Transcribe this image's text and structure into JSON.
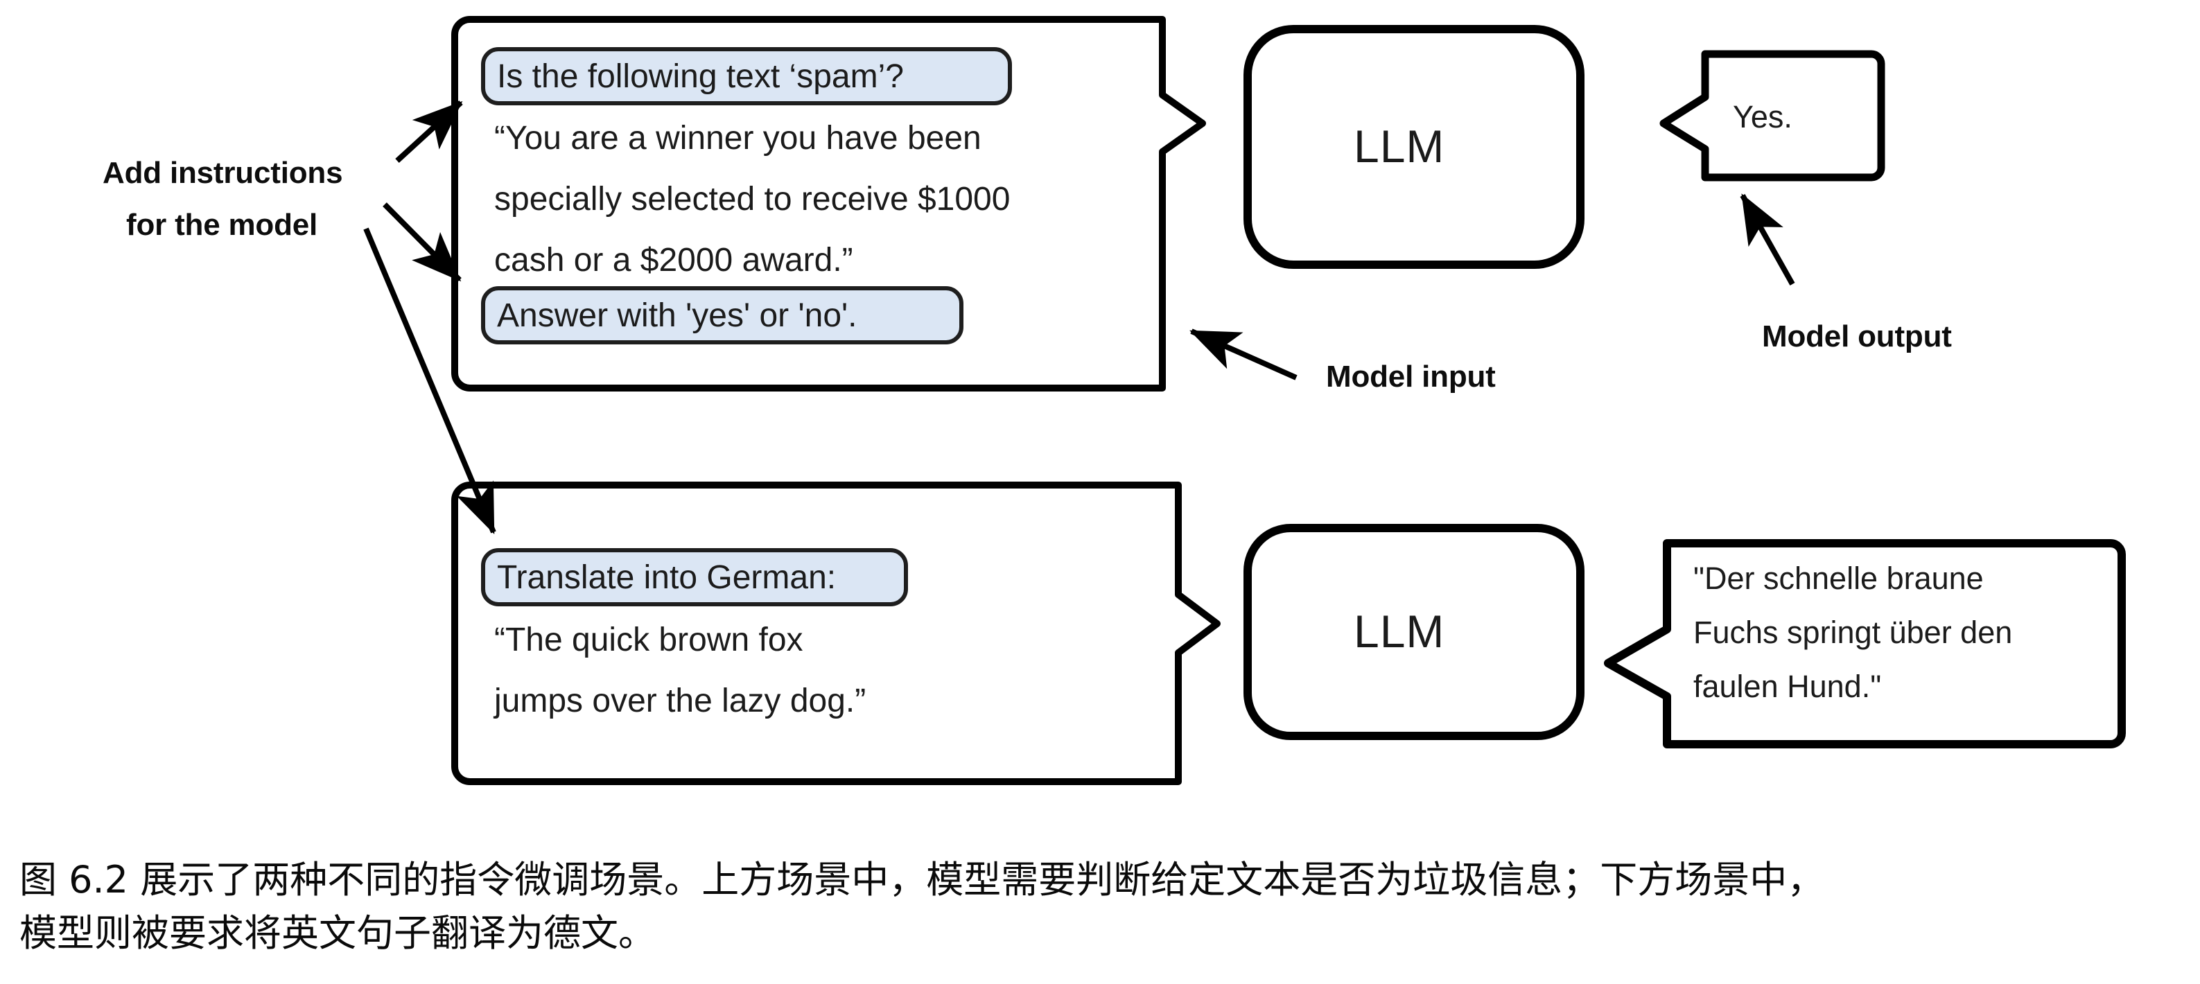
{
  "figure": {
    "left_annotation": {
      "line1": "Add instructions",
      "line2": "for the model"
    },
    "labels": {
      "model_input": "Model input",
      "model_output": "Model output"
    },
    "model_box_label": "LLM",
    "scenarios": [
      {
        "id": "spam-classification",
        "input_box": {
          "instruction_pill_top": "Is the following text ‘spam’?",
          "body_lines": [
            "“You are a winner you have been",
            "specially selected to receive $1000",
            "cash or a $2000 award.”"
          ],
          "instruction_pill_bottom": "Answer with 'yes' or 'no'."
        },
        "model_label": "LLM",
        "output_bubble_lines": [
          "Yes."
        ]
      },
      {
        "id": "german-translation",
        "input_box": {
          "instruction_pill_top": "Translate into German:",
          "body_lines": [
            "“The quick brown fox",
            "jumps over the lazy dog.”"
          ],
          "instruction_pill_bottom": null
        },
        "model_label": "LLM",
        "output_bubble_lines": [
          "\"Der schnelle braune",
          "Fuchs springt über den",
          "faulen Hund.\""
        ]
      }
    ]
  },
  "caption": {
    "line1": "图 6.2 展示了两种不同的指令微调场景。上方场景中，模型需要判断给定文本是否为垃圾信息；下方场景中，",
    "line2": "模型则被要求将英文句子翻译为德文。"
  },
  "colors": {
    "pill_fill": "#dbe6f4",
    "stroke": "#000000",
    "text": "#1b1b1b",
    "background": "#ffffff"
  }
}
